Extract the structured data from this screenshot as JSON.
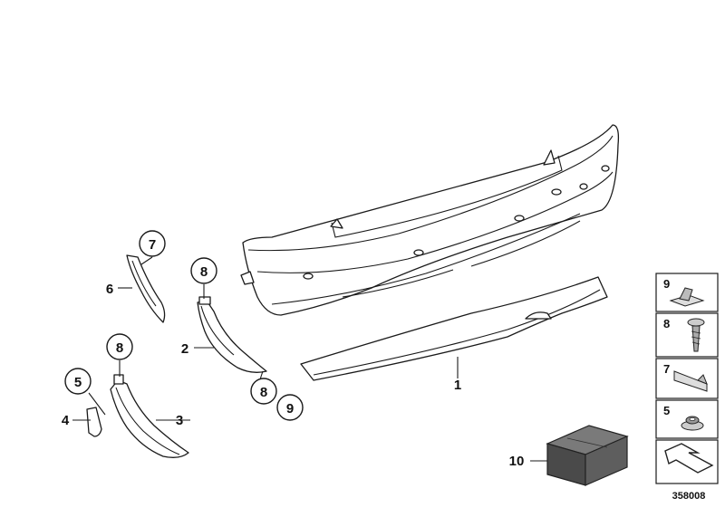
{
  "diagram": {
    "labels": {
      "l1": "1",
      "l2": "2",
      "l3": "3",
      "l4": "4",
      "l5": "5",
      "l6": "6",
      "l7": "7",
      "l8a": "8",
      "l8b": "8",
      "l8c": "8",
      "l9": "9",
      "l10": "10"
    },
    "legend": [
      {
        "number": "9",
        "icon": "clip-nut-icon"
      },
      {
        "number": "8",
        "icon": "screw-icon"
      },
      {
        "number": "7",
        "icon": "bracket-icon"
      },
      {
        "number": "5",
        "icon": "grommet-nut-icon"
      },
      {
        "number": "",
        "icon": "arrow-symbol-icon"
      }
    ],
    "diagram_id": "358008"
  }
}
